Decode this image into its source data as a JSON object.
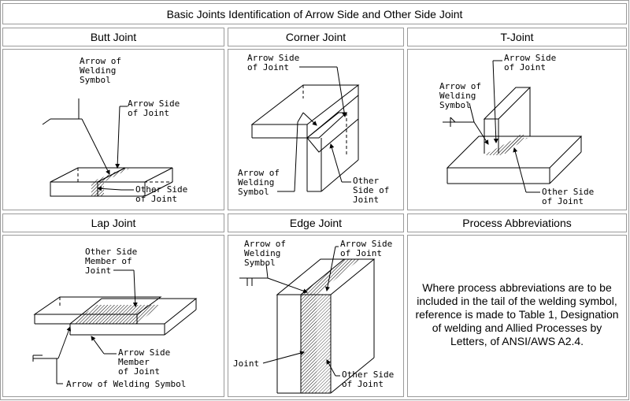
{
  "title": "Basic Joints Identification of Arrow Side and Other Side Joint",
  "panels": {
    "butt": {
      "header": "Butt Joint",
      "labels": {
        "arrow_welding_symbol_1": "Arrow of",
        "arrow_welding_symbol_2": "Welding",
        "arrow_welding_symbol_3": "Symbol",
        "arrow_side_1": "Arrow Side",
        "arrow_side_2": "of Joint",
        "other_side_1": "Other Side",
        "other_side_2": "of Joint"
      }
    },
    "corner": {
      "header": "Corner Joint",
      "labels": {
        "arrow_side_1": "Arrow Side",
        "arrow_side_2": "of Joint",
        "arrow_welding_symbol_1": "Arrow of",
        "arrow_welding_symbol_2": "Welding",
        "arrow_welding_symbol_3": "Symbol",
        "other_side_1": "Other",
        "other_side_2": "Side of",
        "other_side_3": "Joint"
      }
    },
    "tjoint": {
      "header": "T-Joint",
      "labels": {
        "arrow_side_1": "Arrow Side",
        "arrow_side_2": "of Joint",
        "arrow_welding_symbol_1": "Arrow of",
        "arrow_welding_symbol_2": "Welding",
        "arrow_welding_symbol_3": "Symbol",
        "other_side_1": "Other Side",
        "other_side_2": "of Joint"
      }
    },
    "lap": {
      "header": "Lap Joint",
      "labels": {
        "other_side_member_1": "Other Side",
        "other_side_member_2": "Member of",
        "other_side_member_3": "Joint",
        "arrow_side_member_1": "Arrow Side",
        "arrow_side_member_2": "Member",
        "arrow_side_member_3": "of Joint",
        "arrow_welding_symbol": "Arrow of Welding Symbol"
      }
    },
    "edge": {
      "header": "Edge Joint",
      "labels": {
        "arrow_welding_symbol_1": "Arrow of",
        "arrow_welding_symbol_2": "Welding",
        "arrow_welding_symbol_3": "Symbol",
        "arrow_side_1": "Arrow Side",
        "arrow_side_2": "of Joint",
        "joint": "Joint",
        "other_side_1": "Other Side",
        "other_side_2": "of Joint"
      }
    },
    "process": {
      "header": "Process Abbreviations",
      "note": "Where process abbreviations are to be included in the tail of the welding symbol, reference is made to Table 1, Designation of welding and Allied Processes by Letters, of ANSI/AWS A2.4."
    }
  }
}
